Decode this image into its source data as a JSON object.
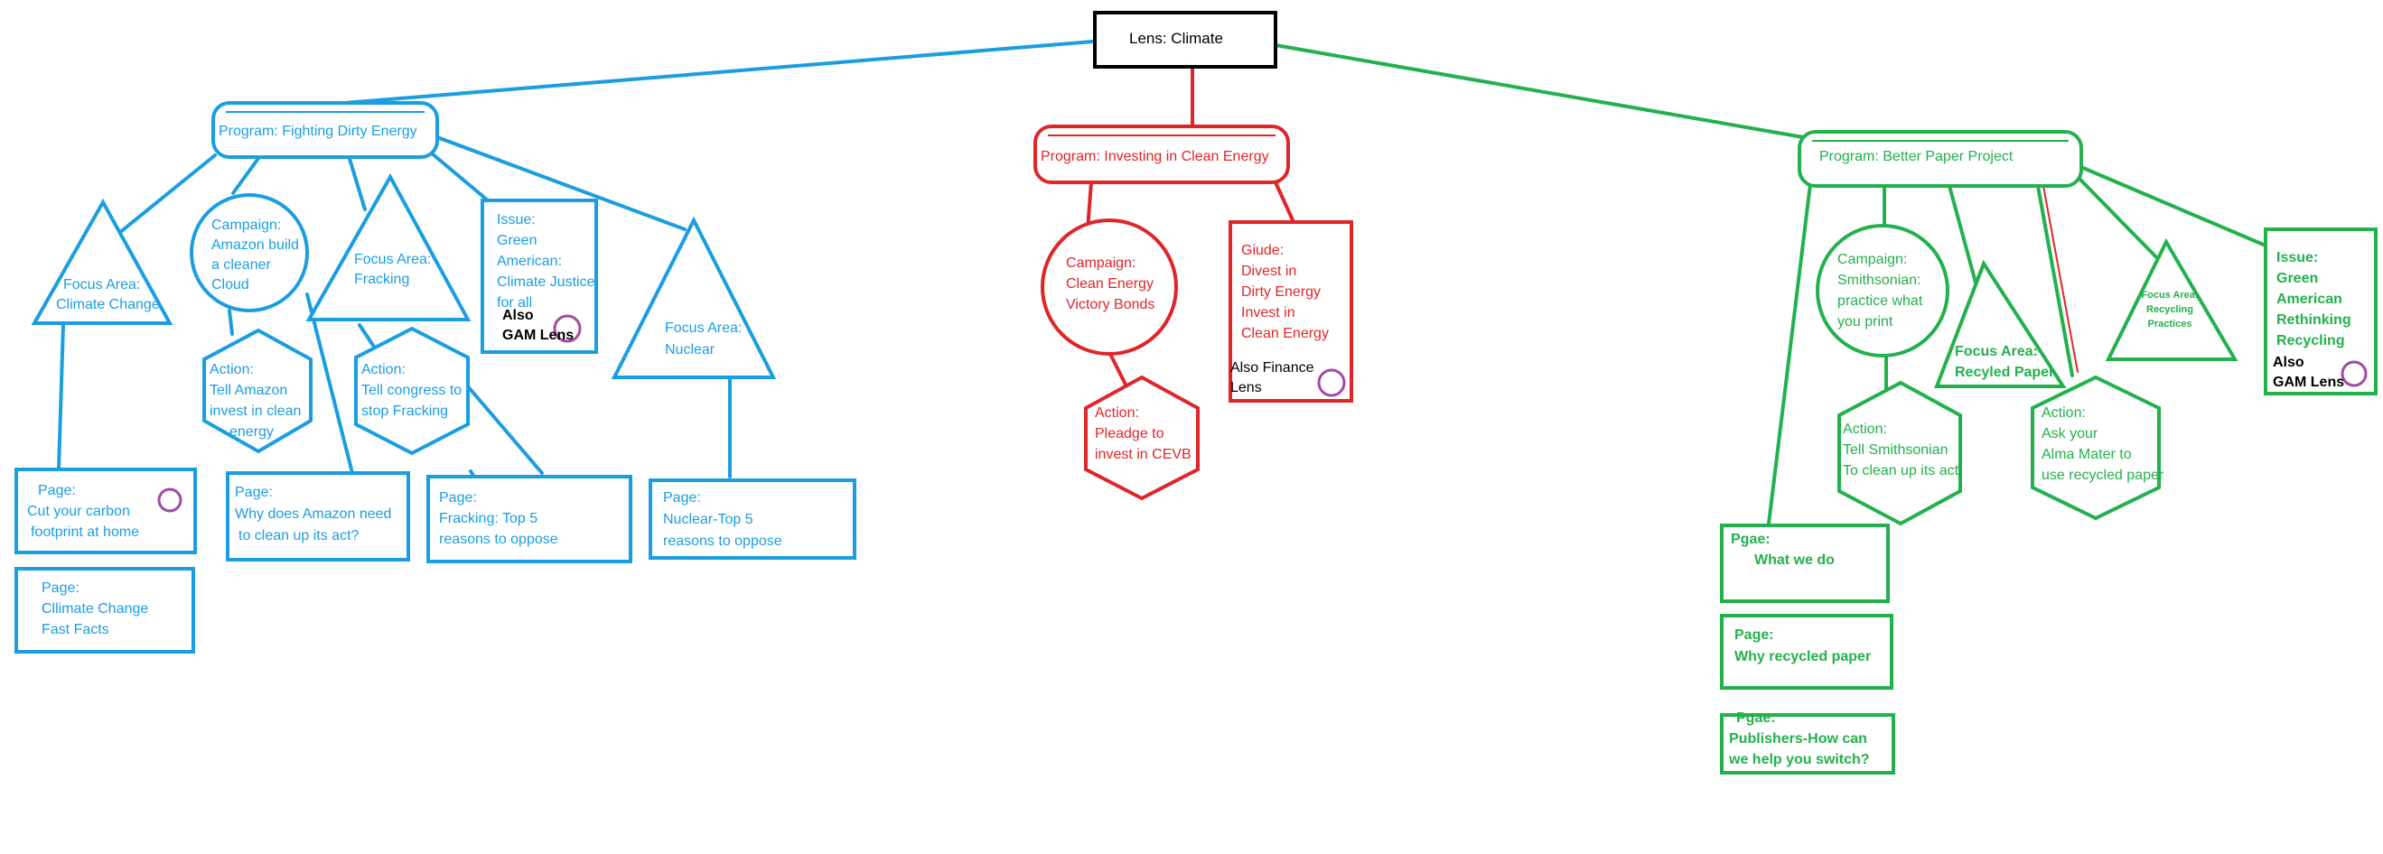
{
  "colors": {
    "blue": "#1a9ee0",
    "red": "#e02529",
    "green": "#22b14c",
    "black": "#000000",
    "purple": "#a349a4"
  },
  "nodes": {
    "lens": {
      "lines": [
        "Lens: Climate"
      ]
    },
    "prog_dirty": {
      "lines": [
        "Program: Fighting Dirty Energy"
      ]
    },
    "prog_clean": {
      "lines": [
        "Program: Investing in Clean Energy"
      ]
    },
    "prog_paper": {
      "lines": [
        "Program: Better Paper Project"
      ]
    },
    "fa_climate": {
      "lines": [
        "Focus Area:",
        "Climate Change"
      ]
    },
    "camp_amazon": {
      "lines": [
        "Campaign:",
        "Amazon build",
        "a cleaner",
        "Cloud"
      ]
    },
    "fa_fracking": {
      "lines": [
        "Focus Area:",
        "Fracking"
      ]
    },
    "issue_justice": {
      "lines": [
        "Issue:",
        "Green",
        "American:",
        "Climate Justice",
        "for all"
      ]
    },
    "issue_justice_also": {
      "lines": [
        "Also",
        "GAM Lens"
      ]
    },
    "fa_nuclear": {
      "lines": [
        "Focus Area:",
        "Nuclear"
      ]
    },
    "act_amazon": {
      "lines": [
        "Action:",
        "Tell Amazon",
        "invest in clean",
        "energy"
      ]
    },
    "act_congress": {
      "lines": [
        "Action:",
        "Tell congress to",
        "stop Fracking"
      ]
    },
    "page_carbon": {
      "lines": [
        "Page:",
        "Cut your carbon",
        "footprint at home"
      ]
    },
    "page_facts": {
      "lines": [
        "Page:",
        "Cllimate Change",
        "Fast Facts"
      ]
    },
    "page_amazon": {
      "lines": [
        "Page:",
        "Why does Amazon need",
        "to clean up its act?"
      ]
    },
    "page_fracking": {
      "lines": [
        "Page:",
        "Fracking: Top 5",
        "reasons to oppose"
      ]
    },
    "page_nuclear": {
      "lines": [
        "Page:",
        "Nuclear-Top 5",
        "reasons to oppose"
      ]
    },
    "camp_bonds": {
      "lines": [
        "Campaign:",
        "Clean Energy",
        "Victory Bonds"
      ]
    },
    "act_cevb": {
      "lines": [
        "Action:",
        "Pleadge to",
        "invest in CEVB"
      ]
    },
    "guide_divest": {
      "lines": [
        "Giude:",
        "Divest in",
        "Dirty Energy",
        "Invest in",
        "Clean Energy"
      ]
    },
    "guide_also": {
      "lines": [
        "Also Finance",
        "Lens"
      ]
    },
    "camp_smith": {
      "lines": [
        "Campaign:",
        "Smithsonian:",
        "practice what",
        "you print"
      ]
    },
    "fa_recycled": {
      "lines": [
        "Focus  Area:",
        "Recyled Paper"
      ]
    },
    "fa_practices": {
      "lines": [
        "Focus Area:",
        "Recycling",
        "Practices"
      ]
    },
    "issue_rethink": {
      "lines": [
        "Issue:",
        "Green",
        "American",
        "Rethinking",
        "Recycling"
      ]
    },
    "issue_rethink_also": {
      "lines": [
        "Also",
        "GAM Lens"
      ]
    },
    "act_smith": {
      "lines": [
        "Action:",
        "Tell Smithsonian",
        "To clean up its act"
      ]
    },
    "act_alma": {
      "lines": [
        "Action:",
        "Ask your",
        "Alma Mater to",
        "use recycled paper"
      ]
    },
    "page_whatwedo": {
      "lines": [
        "Pgae:",
        "What we do"
      ]
    },
    "page_whyrecycled": {
      "lines": [
        "Page:",
        "Why recycled paper"
      ]
    },
    "page_publishers": {
      "lines": [
        "Pgae:",
        "Publishers-How can",
        "we help you switch?"
      ]
    }
  }
}
